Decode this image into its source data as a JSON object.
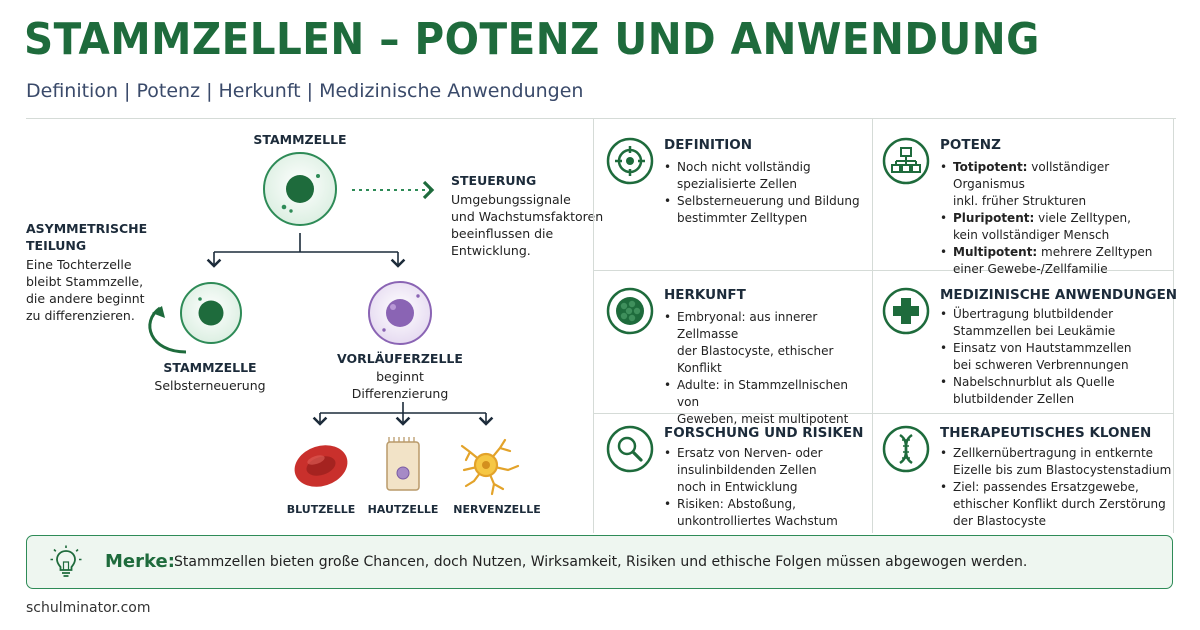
{
  "header": {
    "title": "STAMMZELLEN – POTENZ UND ANWENDUNG",
    "subtitle": "Definition | Potenz | Herkunft | Medizinische Anwendungen"
  },
  "diagram": {
    "root_label": "STAMMZELLE",
    "steuerung_title": "STEUERUNG",
    "steuerung_text": [
      "Umgebungssignale",
      "und Wachstumsfaktoren",
      "beeinflussen die",
      "Entwicklung."
    ],
    "asym_title": [
      "ASYMMETRISCHE",
      "TEILUNG"
    ],
    "asym_text": [
      "Eine Tochterzelle",
      "bleibt Stammzelle,",
      "die andere beginnt",
      "zu differenzieren."
    ],
    "stem_child_title": "STAMMZELLE",
    "stem_child_sub": "Selbsterneuerung",
    "progenitor_title": "VORLÄUFERZELLE",
    "progenitor_sub": [
      "beginnt",
      "Differenzierung"
    ],
    "blood_label": "BLUTZELLE",
    "skin_label": "HAUTZELLE",
    "nerve_label": "NERVENZELLE"
  },
  "cards": {
    "definition": {
      "title": "DEFINITION",
      "icon": "target-icon",
      "items": [
        [
          "Noch nicht vollständig",
          "spezialisierte Zellen"
        ],
        [
          "Selbsterneuerung und Bildung",
          "bestimmter Zelltypen"
        ]
      ]
    },
    "potenz": {
      "title": "POTENZ",
      "icon": "hierarchy-icon",
      "items": [
        {
          "bold": "Totipotent:",
          "rest": " vollständiger Organismus",
          "line2": "inkl. früher Strukturen"
        },
        {
          "bold": "Pluripotent:",
          "rest": " viele Zelltypen,",
          "line2": "kein vollständiger Mensch"
        },
        {
          "bold": "Multipotent:",
          "rest": " mehrere Zelltypen",
          "line2": "einer Gewebe-/Zellfamilie"
        }
      ]
    },
    "herkunft": {
      "title": "HERKUNFT",
      "icon": "blastocyst-icon",
      "items": [
        [
          "Embryonal: aus innerer Zellmasse",
          "der Blastocyste, ethischer Konflikt"
        ],
        [
          "Adulte: in Stammzellnischen von",
          "Geweben, meist multipotent"
        ]
      ]
    },
    "medizin": {
      "title": "MEDIZINISCHE ANWENDUNGEN",
      "icon": "medical-cross-icon",
      "items": [
        [
          "Übertragung blutbildender",
          "Stammzellen bei Leukämie"
        ],
        [
          "Einsatz von Hautstammzellen",
          "bei schweren Verbrennungen"
        ],
        [
          "Nabelschnurblut als Quelle",
          "blutbildender Zellen"
        ]
      ]
    },
    "forschung": {
      "title": "FORSCHUNG UND RISIKEN",
      "icon": "magnifier-icon",
      "items": [
        [
          "Ersatz von Nerven- oder",
          "insulinbildenden Zellen",
          "noch in Entwicklung"
        ],
        [
          "Risiken: Abstoßung,",
          "unkontrolliertes Wachstum"
        ]
      ]
    },
    "klonen": {
      "title": "THERAPEUTISCHES KLONEN",
      "icon": "dna-icon",
      "items": [
        [
          "Zellkernübertragung in entkernte",
          "Eizelle bis zum Blastocystenstadium"
        ],
        [
          "Ziel: passendes Ersatzgewebe,",
          "ethischer Konflikt durch Zerstörung",
          "der Blastocyste"
        ]
      ]
    }
  },
  "merke": {
    "title": "Merke:",
    "text": "Stammzellen bieten große Chancen, doch Nutzen, Wirksamkeit, Risiken und ethische Folgen müssen abgewogen werden.",
    "icon": "lightbulb-icon"
  },
  "footer": "schulminator.com",
  "colors": {
    "primary_green": "#1e6b3c",
    "accent_green": "#2e8b57",
    "progenitor_purple": "#8a64b4",
    "blood_red": "#c9302c",
    "nerve_yellow": "#f0b429"
  }
}
